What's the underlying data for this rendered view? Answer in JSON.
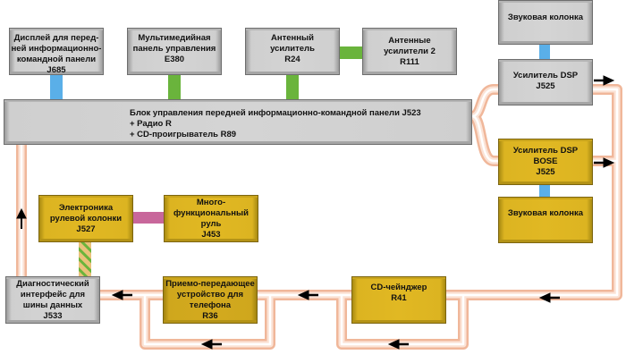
{
  "colors": {
    "bus_outer": "#f0b79a",
    "bus_inner": "#fbe3d6",
    "bus_core": "#ffffff",
    "link_blue": "#5aafe8",
    "link_green": "#6ab43c",
    "link_pink": "#c8679b",
    "link_striped_a": "#e9c27a",
    "link_striped_b": "#6ab43c",
    "arrow": "#000000"
  },
  "nodes": {
    "display": {
      "lines": [
        "Дисплей для перед-",
        "ней информационно-",
        "командной панели",
        "J685"
      ]
    },
    "multimedia": {
      "lines": [
        "Мультимедийная",
        "панель управления",
        "E380"
      ]
    },
    "antenna_amp": {
      "lines": [
        "Антенный",
        "усилитель",
        "R24"
      ]
    },
    "antenna_amps2": {
      "lines": [
        "Антенные",
        "усилители 2",
        "R111"
      ]
    },
    "speaker_top": {
      "lines": [
        "Звуковая колонка"
      ]
    },
    "dsp_amp": {
      "lines": [
        "Усилитель DSP",
        "J525"
      ]
    },
    "main_unit": {
      "lines": [
        "Блок управления передней информационно-командной панели J523",
        "+ Радио R",
        "+ CD-проигрыватель R89"
      ]
    },
    "dsp_bose": {
      "lines": [
        "Усилитель DSP",
        "BOSE",
        "J525"
      ]
    },
    "speaker_bottom": {
      "lines": [
        "Звуковая колонка"
      ]
    },
    "steering_electronics": {
      "lines": [
        "Электроника",
        "рулевой колонки",
        "J527"
      ]
    },
    "mf_wheel": {
      "lines": [
        "Много-",
        "функциональный",
        "руль",
        "J453"
      ]
    },
    "diagnostic": {
      "lines": [
        "Диагностический",
        "интерфейс для",
        "шины данных",
        "J533"
      ]
    },
    "phone": {
      "lines": [
        "Приемо-передающее",
        "устройство для",
        "телефона",
        "R36"
      ]
    },
    "cd_changer": {
      "lines": [
        "CD-чейнджер",
        "R41"
      ]
    }
  }
}
